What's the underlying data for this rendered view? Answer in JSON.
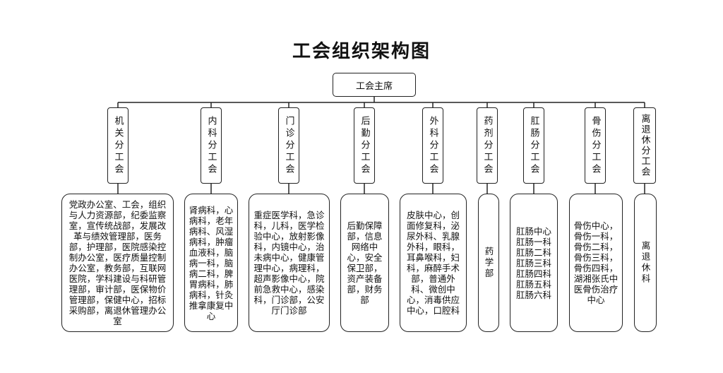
{
  "title": "工会组织架构图",
  "root": "工会主席",
  "branches": [
    {
      "label": "机关分工会",
      "depts": "党政办公室、工会，组织与人力资源部，纪委监察室，宣传统战部，发展改革与绩效管理部，医务部，护理部，医院感染控制办公室，医疗质量控制办公室，教务部，互联网医院，学科建设与科研管理部，审计部，医保物价管理部，保健中心，招标采购部，离退休管理办公室"
    },
    {
      "label": "内科分工会",
      "depts": "肾病科，心病科，老年病科、风湿病科，肿瘤血液科，脑病一科，脑病二科，脾胃病科，肺病科，针灸推拿康复中心"
    },
    {
      "label": "门诊分工会",
      "depts": "重症医学科，急诊科，儿科，医学检验中心，放射影像科，内镜中心，治未病中心，健康管理中心，病理科，超声影像中心，院前急救中心，感染科，门诊部，公安厅门诊部"
    },
    {
      "label": "后勤分工会",
      "depts": "后勤保障部，信息网络中心，安全保卫部，资产装备部，财务部"
    },
    {
      "label": "外科分工会",
      "depts": "皮肤中心，创面修复科，泌尿外科、乳腺外科，眼科，耳鼻喉科，妇科，麻醉手术部，普通外科、微创中心，消毒供应中心，口腔科"
    },
    {
      "label": "药剂分工会",
      "depts": "药学部"
    },
    {
      "label": "肛肠分工会",
      "depts": "肛肠中心\n肛肠一科\n肛肠二科\n肛肠三科\n肛肠四科\n肛肠五科\n肛肠六科"
    },
    {
      "label": "骨伤分工会",
      "depts": "骨伤中心，骨伤一科，骨伤二科，骨伤三科，骨伤四科，湖湘张氏中医骨伤治疗中心"
    },
    {
      "label": "离退休分工会",
      "depts": "离退休科"
    }
  ]
}
